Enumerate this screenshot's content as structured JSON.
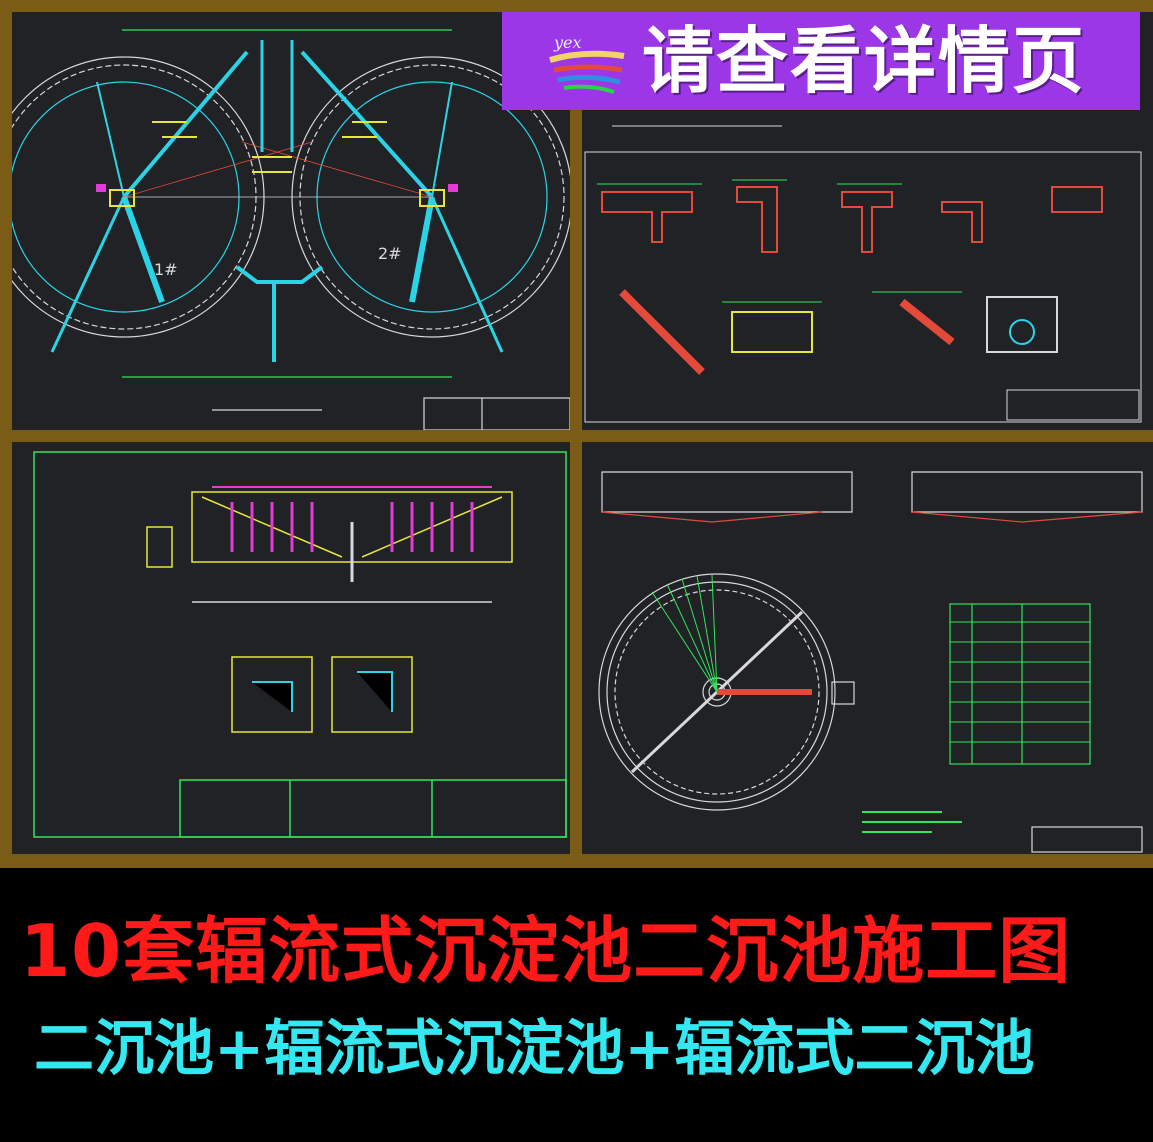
{
  "banner": {
    "text": "请查看详情页",
    "logo_text": "yex",
    "background": "#9b37e6",
    "logo_icon": "brush-stroke-logo-icon"
  },
  "drawings": [
    {
      "name": "twin-circular-tanks-plan",
      "labels": [
        "1#",
        "2#"
      ]
    },
    {
      "name": "detail-sections-sheet"
    },
    {
      "name": "tank-cross-section-sheet"
    },
    {
      "name": "circular-tank-plan-and-section-sheet"
    }
  ],
  "title": {
    "main": "10套辐流式沉淀池二沉池施工图",
    "sub": "二沉池+辐流式沉淀池+辐流式二沉池",
    "main_color": "#ff1a1a",
    "sub_color": "#33e8f0"
  },
  "colors": {
    "frame": "#7a5c16",
    "panel": "#202226",
    "cad_cyan": "#2ad4e6",
    "cad_green": "#31e45a",
    "cad_yellow": "#e6e63a",
    "cad_magenta": "#e33ad8",
    "cad_red": "#e34a3a",
    "cad_white": "#d8d8d8"
  }
}
